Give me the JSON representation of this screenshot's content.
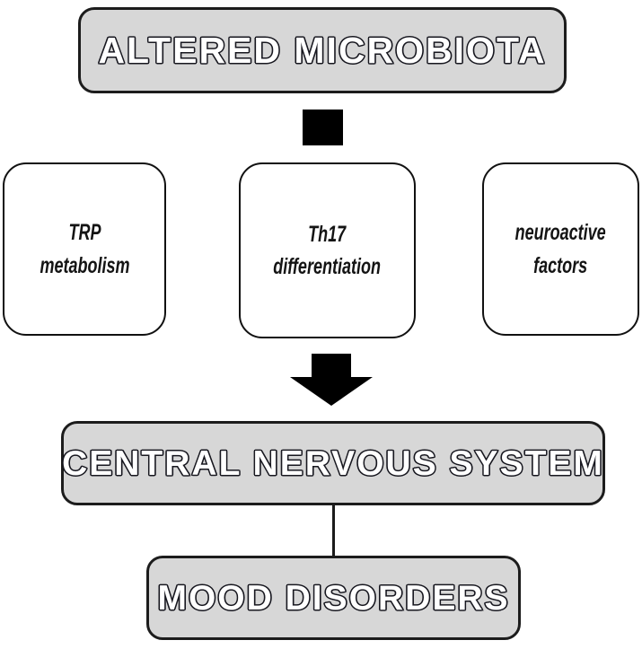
{
  "diagram": {
    "title": "Altered microbiota to mood disorders pathway",
    "type": "flowchart",
    "orientation": "top-to-bottom",
    "colors": {
      "box_fill_grey": "#d7d7d7",
      "box_fill_white": "#ffffff",
      "outline": "#1c1c1c",
      "text_outline": "#17171f",
      "text_inner": "#ffffff",
      "arrow": "#000000",
      "canvas": "#ffffff"
    },
    "nodes": {
      "top": {
        "id": "altered-microbiota",
        "label": "ALTERED MICROBIOTA",
        "style": "grey-outlined-caps"
      },
      "mechanisms": [
        {
          "id": "trp-metabolism",
          "line1": "TRP",
          "line2": "metabolism",
          "style": "white-italic"
        },
        {
          "id": "th17-differentiation",
          "line1": "Th17",
          "line2": "differentiation",
          "style": "white-italic"
        },
        {
          "id": "neuroactive-factors",
          "line1": "neuroactive",
          "line2": "factors",
          "style": "white-italic"
        }
      ],
      "cns": {
        "id": "central-nervous-system",
        "label": "CENTRAL NERVOUS SYSTEM",
        "style": "grey-outlined-caps"
      },
      "outcome": {
        "id": "mood-disorders",
        "label": "MOOD DISORDERS",
        "style": "grey-outlined-caps"
      }
    },
    "connectors": [
      {
        "id": "microbiota-to-mechanisms",
        "shape": "solid-square-stub",
        "from": "altered-microbiota",
        "to": "th17-differentiation"
      },
      {
        "id": "mechanisms-to-cns",
        "shape": "block-down-arrow",
        "from": "th17-differentiation",
        "to": "central-nervous-system"
      },
      {
        "id": "cns-to-mood",
        "shape": "thin-vertical-line",
        "from": "central-nervous-system",
        "to": "mood-disorders"
      }
    ]
  }
}
